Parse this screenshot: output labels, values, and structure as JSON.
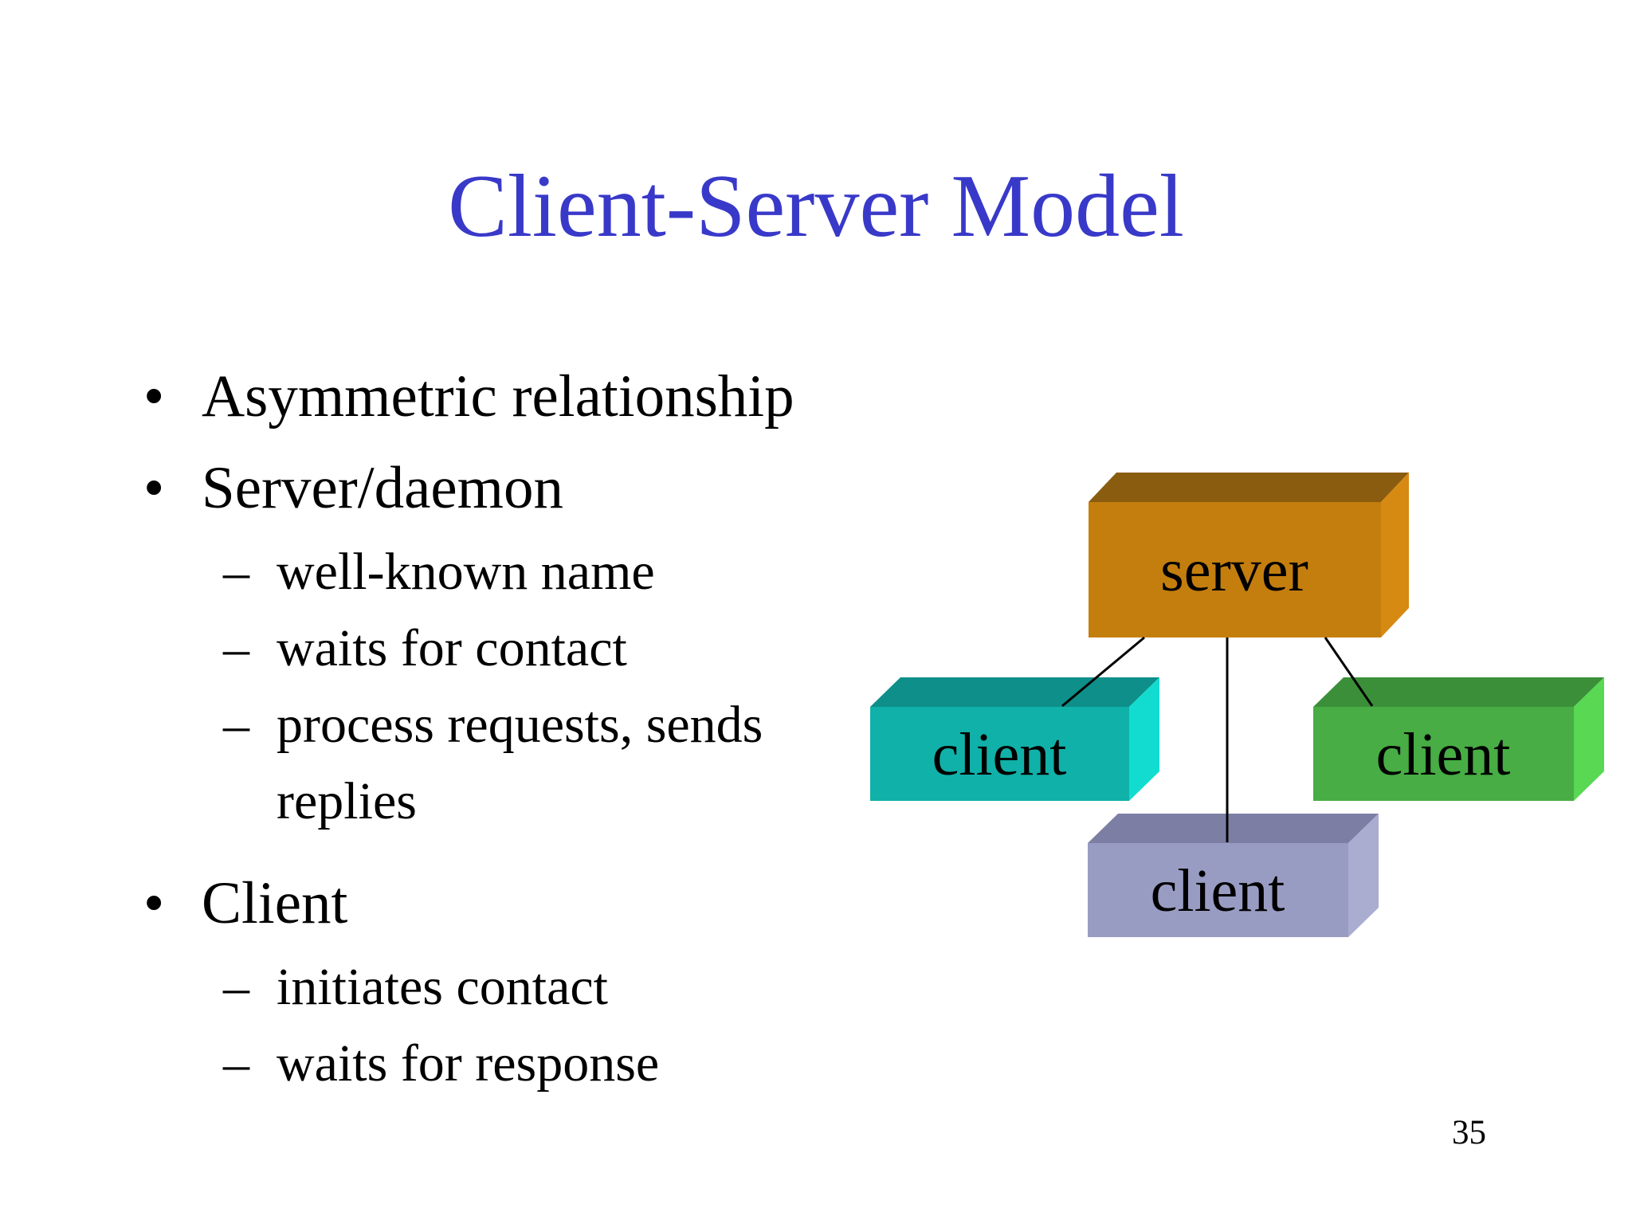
{
  "title": "Client-Server Model",
  "page_number": "35",
  "markers": {
    "bullet": "•",
    "dash": "–"
  },
  "bullets": [
    {
      "level": 1,
      "text": "Asymmetric relationship"
    },
    {
      "level": 1,
      "text": "Server/daemon"
    },
    {
      "level": 2,
      "text": "well-known name"
    },
    {
      "level": 2,
      "text": "waits for contact"
    },
    {
      "level": 2,
      "text": "process requests, sends replies"
    },
    {
      "level": 1,
      "text": "Client"
    },
    {
      "level": 2,
      "text": "initiates contact"
    },
    {
      "level": 2,
      "text": "waits for response"
    }
  ],
  "colors": {
    "background": "#FFFFFF",
    "title_text": "#3939C9",
    "body_text": "#000000",
    "connector_line": "#000000"
  },
  "diagram": {
    "server": {
      "label": "server",
      "front_color": "#C47E0E",
      "top_color": "#8A5C10",
      "side_color": "#D78A12"
    },
    "client_left": {
      "label": "client",
      "front_color": "#10B1A8",
      "top_color": "#0E8F89",
      "side_color": "#12DCD0"
    },
    "client_right": {
      "label": "client",
      "front_color": "#47AD44",
      "top_color": "#3C8F39",
      "side_color": "#58D853"
    },
    "client_bottom": {
      "label": "client",
      "front_color": "#999CC2",
      "top_color": "#7C7FA3",
      "side_color": "#AAADD0"
    }
  }
}
